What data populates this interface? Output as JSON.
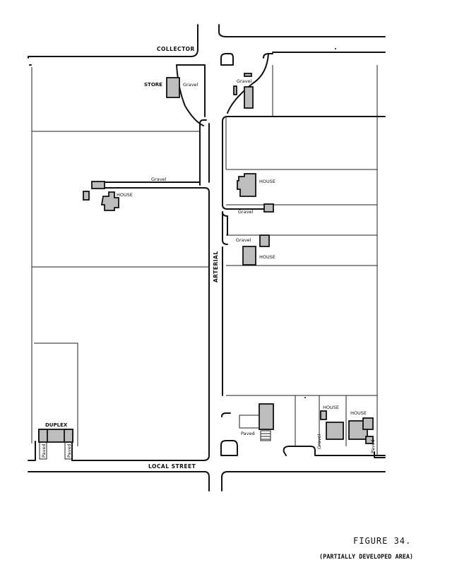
{
  "streets": {
    "collector": "COLLECTOR",
    "arterial": "ARTERIAL",
    "local_street": "LOCAL STREET"
  },
  "labels": {
    "store": "STORE",
    "gravel_store": "Gravel",
    "gravel_ne": "Gravel",
    "gravel_west": "Gravel",
    "house_west": "HOUSE",
    "house_e1": "HOUSE",
    "gravel_e2": "Gravel",
    "gravel_e3": "Gravel",
    "house_e3": "HOUSE",
    "duplex": "DUPLEX",
    "paved_duplex_l": "Paved",
    "paved_duplex_r": "Paved",
    "paved_se": "Paved",
    "gravel_se": "Gravel",
    "house_se1": "HOUSE",
    "house_se2": "HOUSE",
    "paved_se2": "Paved"
  },
  "caption": {
    "title": "FIGURE 34.",
    "subtitle": "(PARTIALLY DEVELOPED AREA)"
  }
}
